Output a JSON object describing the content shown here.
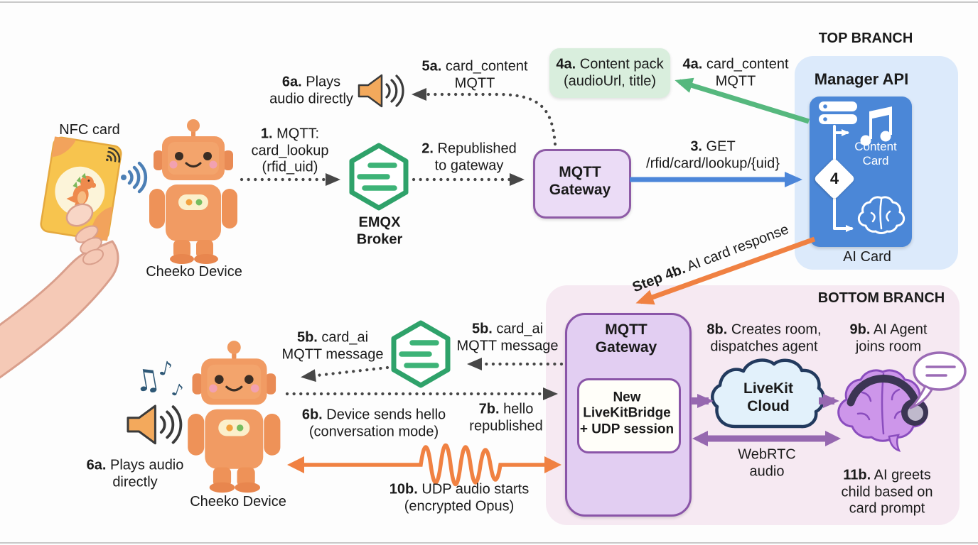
{
  "colors": {
    "robot_orange": "#F19B63",
    "emqx_green": "#2FA26A",
    "gateway_fill": "#EBDCF6",
    "gateway_border": "#8E5BA6",
    "top_branch_bg": "#DCEAFB",
    "bottom_branch_bg": "#F6E9F2",
    "manager_blue": "#4B87D7",
    "content_pack_green": "#D9EEDD",
    "arrow_green": "#56B87E",
    "arrow_blue": "#4C86D9",
    "arrow_orange": "#F08142",
    "arrow_purple": "#9668B0",
    "arrow_dotted_gray": "#474747",
    "cloud_fill": "#E2F1FB",
    "cloud_border": "#223A5E",
    "brain_purple": "#CD96EA",
    "card_yellow": "#F7C44E",
    "hand_skin": "#F5C9B6",
    "wifi_blue": "#4C7FB5",
    "music_note_blue": "#2E5876"
  },
  "icons": {
    "music_notes": [
      "♫",
      "♪",
      "♪"
    ]
  },
  "top_flow": {
    "nfc_card_label": "NFC card",
    "device_label": "Cheeko Device",
    "step1": {
      "b": "1.",
      "t": " MQTT:",
      "l2": "card_lookup",
      "l3": "(rfid_uid)"
    },
    "emqx": {
      "l1": "EMQX",
      "l2": "Broker"
    },
    "step2": {
      "b": "2.",
      "t": " Republished",
      "l2": "to gateway"
    },
    "gateway": {
      "l1": "MQTT",
      "l2": "Gateway"
    },
    "step5a": {
      "b": "5a.",
      "t": " card_content",
      "l2": "MQTT"
    },
    "step6a": {
      "b": "6a.",
      "t": " Plays",
      "l2": "audio directly"
    },
    "content_pack": {
      "b": "4a.",
      "t": " Content pack",
      "l2": "(audioUrl, title)"
    },
    "step4a": {
      "b": "4a.",
      "t": " card_content",
      "l2": "MQTT"
    },
    "step3": {
      "b": "3.",
      "t": " GET",
      "l2": "/rfid/card/lookup/{uid}"
    }
  },
  "top_branch": {
    "title": "TOP BRANCH",
    "api_title": "Manager API",
    "content_card": {
      "l1": "Content",
      "l2": "Card"
    },
    "decision": "4",
    "ai_card": "AI Card"
  },
  "transition": {
    "step4b": {
      "b": "Step 4b.",
      "t": " AI card response"
    }
  },
  "bottom_branch": {
    "title": "BOTTOM BRANCH",
    "gateway": {
      "l1": "MQTT",
      "l2": "Gateway"
    },
    "bridge": {
      "l1": "New",
      "l2": "LiveKitBridge",
      "l3": "+ UDP session"
    },
    "step8b": {
      "b": "8b.",
      "t": " Creates room,",
      "l2": "dispatches agent"
    },
    "livekit": {
      "l1": "LiveKit",
      "l2": "Cloud"
    },
    "step9b": {
      "b": "9b.",
      "t": " AI Agent",
      "l2": "joins room"
    },
    "webrtc": {
      "l1": "WebRTC",
      "l2": "audio"
    },
    "step11b": {
      "b": "11b.",
      "t": " AI greets",
      "l2": "child based on",
      "l3": "card prompt"
    }
  },
  "bottom_flow": {
    "device_label": "Cheeko Device",
    "step5b_left": {
      "b": "5b.",
      "t": " card_ai",
      "l2": "MQTT message"
    },
    "step5b_right": {
      "b": "5b.",
      "t": " card_ai",
      "l2": "MQTT message"
    },
    "step6b": {
      "b": "6b.",
      "t": " Device sends hello",
      "l2": "(conversation mode)"
    },
    "step7b": {
      "b": "7b.",
      "t": " hello",
      "l2": "republished"
    },
    "step10b": {
      "b": "10b.",
      "t": " UDP audio starts",
      "l2": "(encrypted Opus)"
    },
    "step6a": {
      "b": "6a.",
      "t": " Plays audio",
      "l2": "directly"
    }
  }
}
